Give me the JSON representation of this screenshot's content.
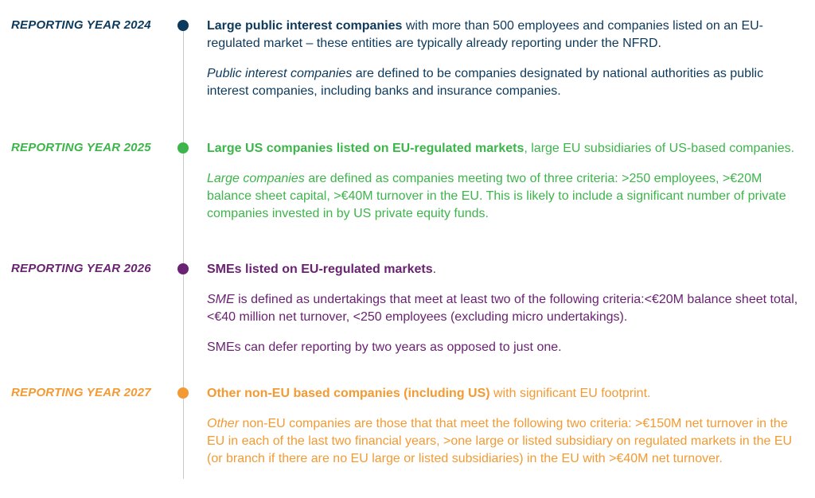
{
  "colors": {
    "y2024": "#0d3a5c",
    "y2025": "#3cb54a",
    "y2026": "#6a2272",
    "y2027": "#f39a33",
    "line": "#c9c9c9"
  },
  "entries": [
    {
      "year_label": "REPORTING YEAR 2024",
      "lead_bold": "Large public interest companies",
      "lead_rest": " with more than 500 employees and companies listed on an EU-regulated market – these entities are typically already reporting under the NFRD.",
      "def_italic": "Public interest companies",
      "def_rest": " are defined to be companies designated by national authorities as public interest companies, including banks and insurance companies."
    },
    {
      "year_label": "REPORTING YEAR 2025",
      "lead_bold": "Large US companies listed on EU-regulated markets",
      "lead_rest": ", large EU subsidiaries of US-based companies.",
      "def_italic": "Large companies",
      "def_rest": " are defined as companies meeting two of three criteria: >250 employees, >€20M balance sheet capital, >€40M turnover in the EU. This is likely to include a significant number of private companies invested in by US private equity funds."
    },
    {
      "year_label": "REPORTING YEAR 2026",
      "lead_bold": "SMEs listed on EU-regulated markets",
      "lead_rest": ".",
      "def_italic": "SME",
      "def_rest": " is defined as undertakings that meet at least two of the following criteria:<€20M balance sheet total, <€40 million net turnover, <250 employees (excluding micro undertakings).",
      "extra": "SMEs can defer reporting by two years as opposed to just one."
    },
    {
      "year_label": "REPORTING YEAR 2027",
      "lead_bold": "Other non-EU based companies (including US)",
      "lead_rest": " with significant EU footprint.",
      "def_italic": "Other",
      "def_rest": " non-EU companies are those that that meet the following two criteria: >€150M net turnover in the EU in each of the last two financial years, >one large or listed subsidiary on regulated markets in the EU (or branch if there are no EU large or listed subsidiaries) in the EU with >€40M net turnover."
    }
  ]
}
